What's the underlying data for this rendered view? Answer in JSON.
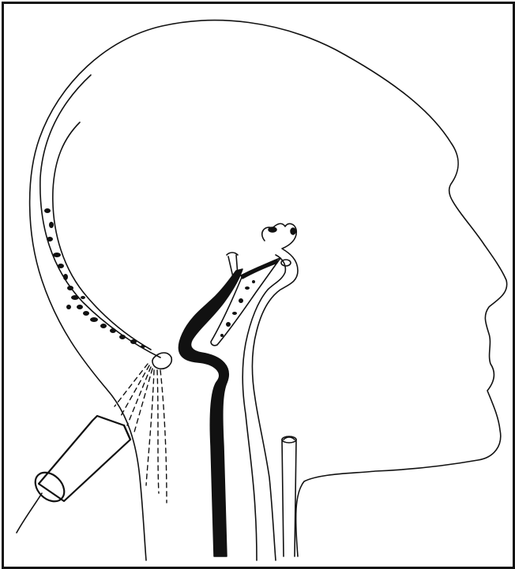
{
  "figure": {
    "caption": ""
  },
  "colors": {
    "ink": "#111111",
    "paper": "#ffffff"
  },
  "parts": {
    "head_outline": "head-outline",
    "skull": "skull-cross-section",
    "spine": "vertebral-column",
    "artery": "vertebral-artery",
    "airway": "pharynx-airway",
    "transducer": "ultrasound-transducer",
    "beam": "ultrasound-beam"
  }
}
